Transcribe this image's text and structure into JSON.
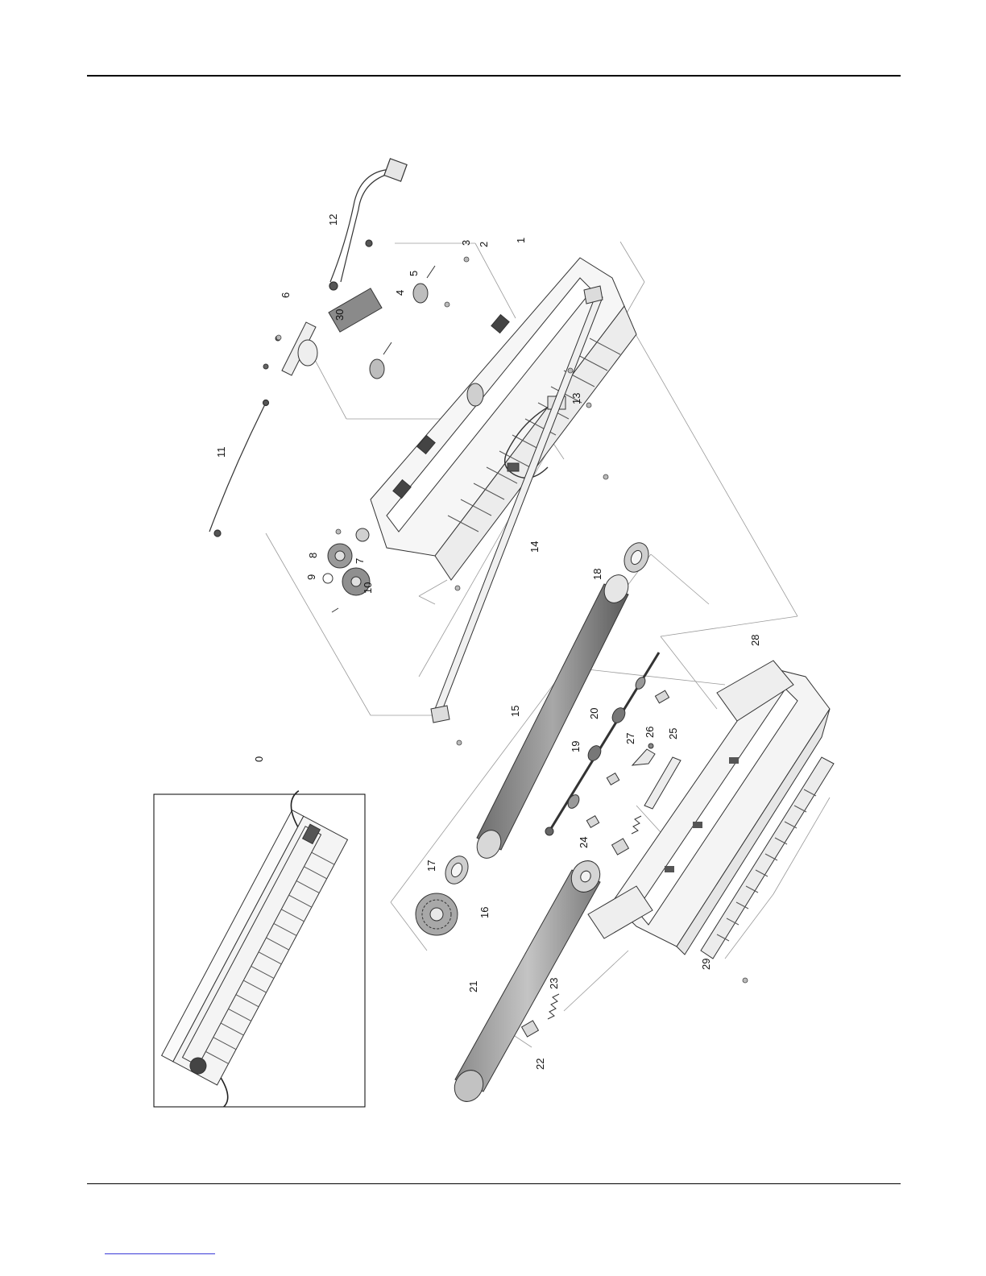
{
  "diagram": {
    "callouts": [
      {
        "id": "c0",
        "label": "0"
      },
      {
        "id": "c1",
        "label": "1"
      },
      {
        "id": "c2",
        "label": "2"
      },
      {
        "id": "c3",
        "label": "3"
      },
      {
        "id": "c4",
        "label": "4"
      },
      {
        "id": "c5",
        "label": "5"
      },
      {
        "id": "c6",
        "label": "6"
      },
      {
        "id": "c7",
        "label": "7"
      },
      {
        "id": "c8",
        "label": "8"
      },
      {
        "id": "c9",
        "label": "9"
      },
      {
        "id": "c10",
        "label": "10"
      },
      {
        "id": "c11",
        "label": "11"
      },
      {
        "id": "c12",
        "label": "12"
      },
      {
        "id": "c13",
        "label": "13"
      },
      {
        "id": "c14",
        "label": "14"
      },
      {
        "id": "c15",
        "label": "15"
      },
      {
        "id": "c16",
        "label": "16"
      },
      {
        "id": "c17",
        "label": "17"
      },
      {
        "id": "c18",
        "label": "18"
      },
      {
        "id": "c19",
        "label": "19"
      },
      {
        "id": "c20",
        "label": "20"
      },
      {
        "id": "c21",
        "label": "21"
      },
      {
        "id": "c22",
        "label": "22"
      },
      {
        "id": "c23",
        "label": "23"
      },
      {
        "id": "c24",
        "label": "24"
      },
      {
        "id": "c25",
        "label": "25"
      },
      {
        "id": "c26",
        "label": "26"
      },
      {
        "id": "c27",
        "label": "27"
      },
      {
        "id": "c28",
        "label": "28"
      },
      {
        "id": "c29",
        "label": "29"
      },
      {
        "id": "c30",
        "label": "30"
      }
    ]
  }
}
